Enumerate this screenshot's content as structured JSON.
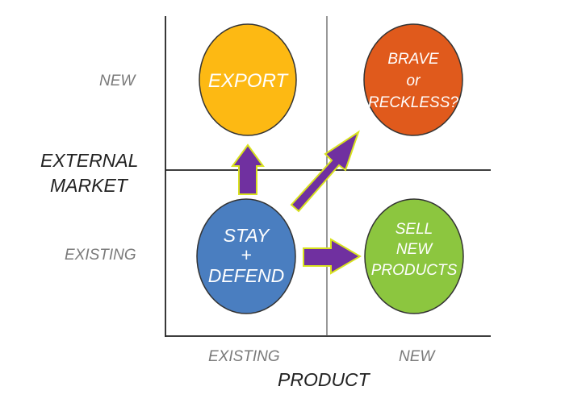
{
  "y_axis": {
    "title_line1": "EXTERNAL",
    "title_line2": "MARKET",
    "top_label": "NEW",
    "bottom_label": "EXISTING"
  },
  "x_axis": {
    "title": "PRODUCT",
    "left_label": "EXISTING",
    "right_label": "NEW"
  },
  "quadrants": {
    "export": {
      "lines": [
        "EXPORT"
      ],
      "color": "#FDB913",
      "border": "#333333"
    },
    "brave": {
      "lines": [
        "BRAVE",
        "or",
        "RECKLESS?"
      ],
      "color": "#E05A1C",
      "border": "#333333"
    },
    "stay": {
      "lines": [
        "STAY",
        "+",
        "DEFEND"
      ],
      "color": "#4A7EC0",
      "border": "#333333"
    },
    "sell": {
      "lines": [
        "SELL",
        "NEW",
        "PRODUCTS"
      ],
      "color": "#8CC63F",
      "border": "#333333"
    }
  },
  "arrow_colors": {
    "fill": "#7030A0",
    "outline": "#D8E21F"
  }
}
